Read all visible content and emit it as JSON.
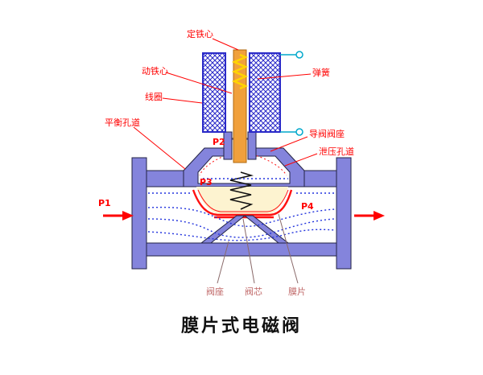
{
  "title": "膜片式电磁阀",
  "labels": {
    "fixed_core": "定铁心",
    "moving_core": "动铁心",
    "coil": "线圈",
    "balance_channel": "平衡孔道",
    "spring": "弹簧",
    "pilot_valve_seat": "导阀阀座",
    "relief_channel": "泄压孔道",
    "valve_seat": "阀座",
    "valve_core": "阀芯",
    "diaphragm": "膜片",
    "p1": "P1",
    "p2": "P2",
    "p3": "P3",
    "p4": "P4"
  },
  "colors": {
    "body": "#8484dc",
    "label": "#ff0000",
    "muted_label": "#c06868",
    "plunger": "#f0a03c",
    "plunger_edge": "#b06a10",
    "spring_yellow": "#ffd400",
    "flow": "#2233dd",
    "terminal": "#00a8cc",
    "diaphragm": "#ff1111",
    "hatch": "#2a2ac8",
    "cream": "#fdf3d0",
    "title": "#111111"
  }
}
